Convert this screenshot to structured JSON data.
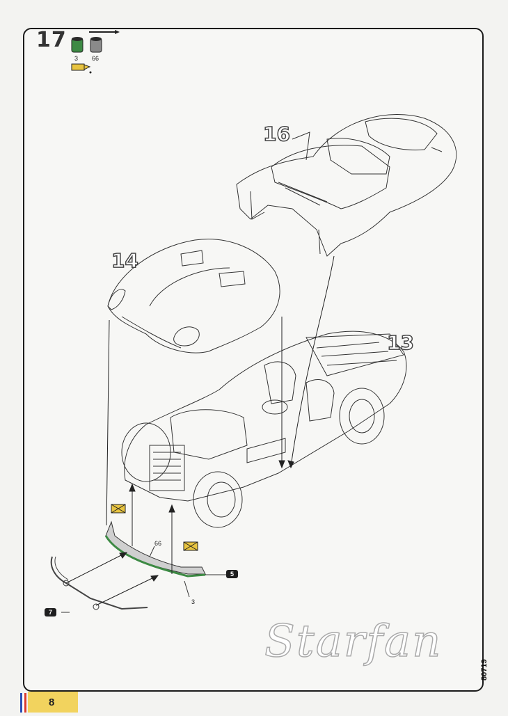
{
  "step": {
    "number": "17"
  },
  "paints": [
    {
      "code": "3",
      "color": "#3d8a44"
    },
    {
      "code": "66",
      "color": "#8a8a8a"
    }
  ],
  "assemblies": {
    "body_top": "16",
    "bonnet": "14",
    "chassis": "13"
  },
  "parts": {
    "bumper_number": "66",
    "paint_under": "3",
    "callout_front": "5",
    "callout_bumper": "7"
  },
  "footer": {
    "page_number": "8",
    "kit_code": "80719",
    "watermark": "Starfan"
  }
}
